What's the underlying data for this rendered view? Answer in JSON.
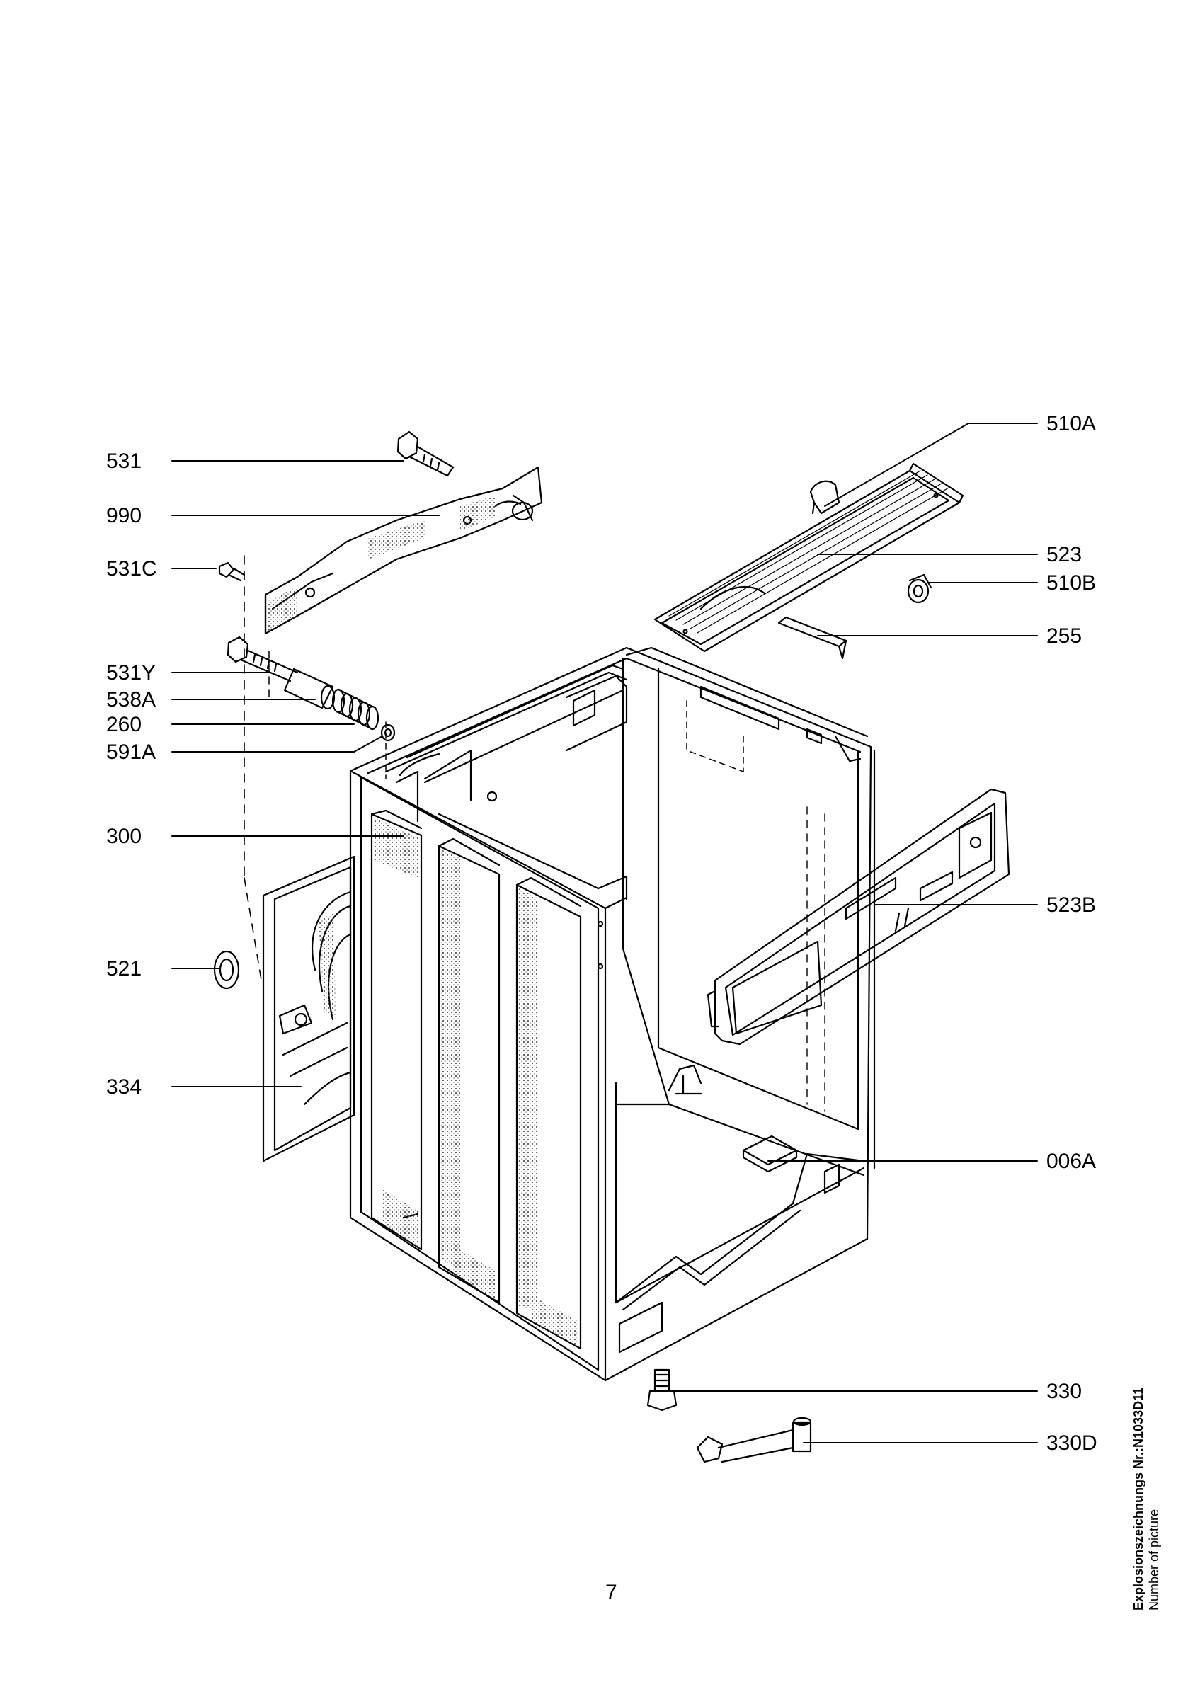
{
  "diagram": {
    "labels": {
      "l531": "531",
      "l990": "990",
      "l531C": "531C",
      "l531Y": "531Y",
      "l538A": "538A",
      "l260": "260",
      "l591A": "591A",
      "l300": "300",
      "l521": "521",
      "l334": "334",
      "l510A": "510A",
      "l523": "523",
      "l510B": "510B",
      "l255": "255",
      "l523B": "523B",
      "l006A": "006A",
      "l330": "330",
      "l330D": "330D"
    },
    "page_number": "7",
    "picture_id": {
      "line1": "Explosionszeichnungs Nr.:N1033D11",
      "line2": "Number of picture"
    }
  },
  "colors": {
    "ink": "#000000",
    "paper": "#ffffff",
    "shade": "#bdbdbd"
  }
}
